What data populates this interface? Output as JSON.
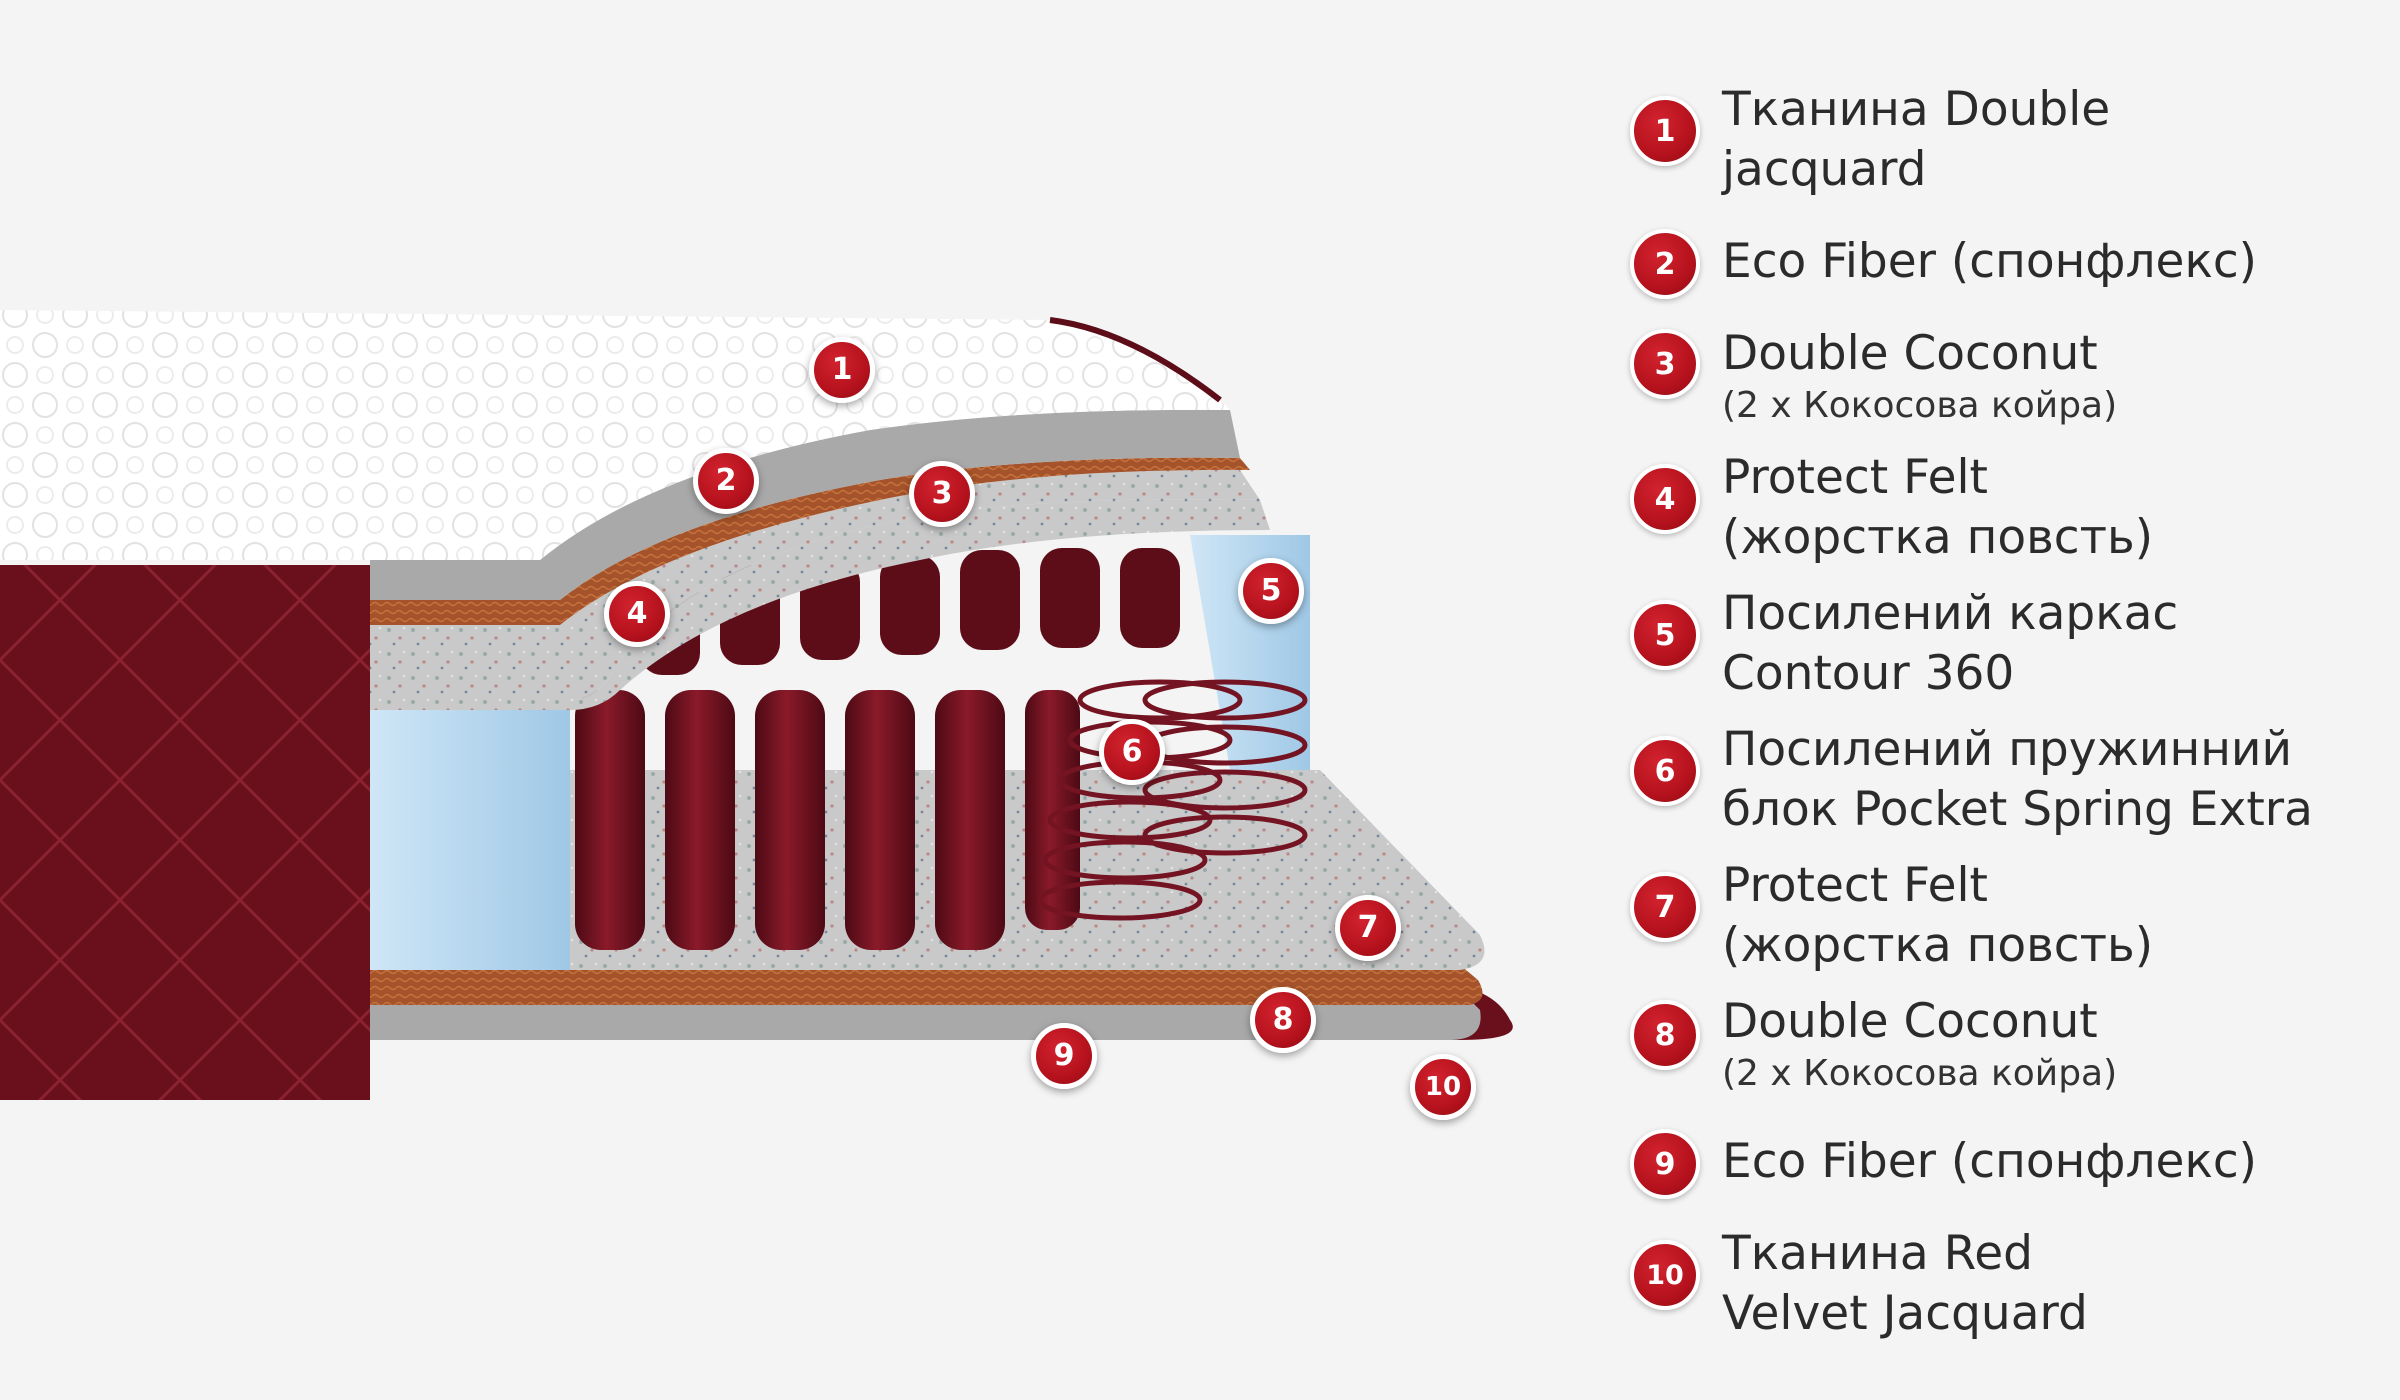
{
  "colors": {
    "background": "#f4f4f4",
    "marker_red": "#b5121d",
    "velvet": "#6a0f1c",
    "coconut": "#a5532a",
    "foam_blue": "#b7d8ef",
    "felt_gray": "#c9c9c9",
    "spring": "#741422",
    "ecofiber": "#a9a9a9"
  },
  "markers": [
    {
      "n": "1"
    },
    {
      "n": "2"
    },
    {
      "n": "3"
    },
    {
      "n": "4"
    },
    {
      "n": "5"
    },
    {
      "n": "6"
    },
    {
      "n": "7"
    },
    {
      "n": "8"
    },
    {
      "n": "9"
    },
    {
      "n": "10"
    }
  ],
  "legend": [
    {
      "n": "1",
      "title": "Тканина Double\njacquard",
      "sub": ""
    },
    {
      "n": "2",
      "title": "Eco Fiber (спонфлекс)",
      "sub": ""
    },
    {
      "n": "3",
      "title": "Double Coconut",
      "sub": "(2 x Кокосова койра)"
    },
    {
      "n": "4",
      "title": "Protect Felt\n(жорстка повсть)",
      "sub": ""
    },
    {
      "n": "5",
      "title": "Посилений каркас\nContour 360",
      "sub": ""
    },
    {
      "n": "6",
      "title": "Посилений пружинний\nблок Pocket Spring Extra",
      "sub": ""
    },
    {
      "n": "7",
      "title": "Protect Felt\n(жорстка повсть)",
      "sub": ""
    },
    {
      "n": "8",
      "title": "Double Coconut",
      "sub": "(2 x Кокосова койра)"
    },
    {
      "n": "9",
      "title": "Eco Fiber (спонфлекс)",
      "sub": ""
    },
    {
      "n": "10",
      "title": "Тканина Red\nVelvet Jacquard",
      "sub": ""
    }
  ]
}
